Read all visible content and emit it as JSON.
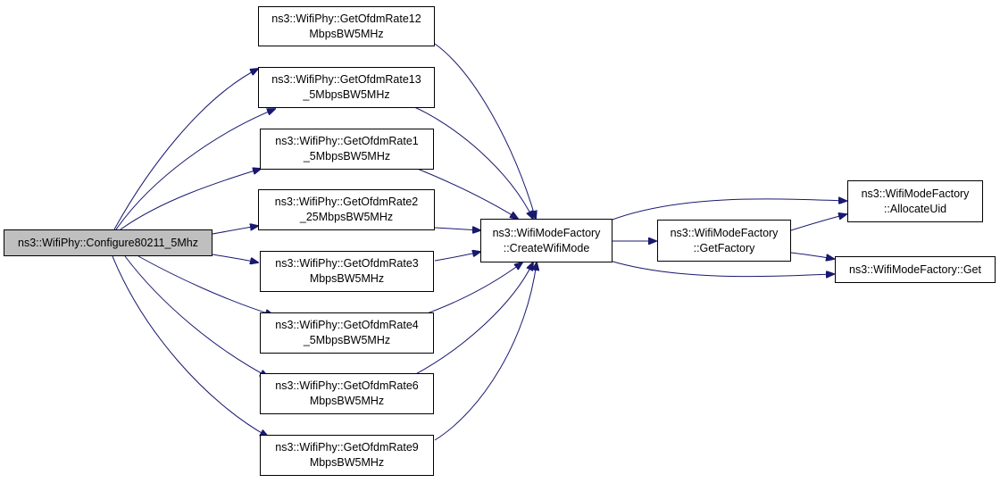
{
  "colors": {
    "edge": "#191970",
    "root_fill": "#bfbfbf",
    "node_fill": "#ffffff",
    "node_border": "#000000"
  },
  "nodes": {
    "configure": "ns3::WifiPhy::Configure80211_5Mhz",
    "rate12": "ns3::WifiPhy::GetOfdmRate12\nMbpsBW5MHz",
    "rate13_5": "ns3::WifiPhy::GetOfdmRate13\n_5MbpsBW5MHz",
    "rate1_5": "ns3::WifiPhy::GetOfdmRate1\n_5MbpsBW5MHz",
    "rate2_25": "ns3::WifiPhy::GetOfdmRate2\n_25MbpsBW5MHz",
    "rate3": "ns3::WifiPhy::GetOfdmRate3\nMbpsBW5MHz",
    "rate4_5": "ns3::WifiPhy::GetOfdmRate4\n_5MbpsBW5MHz",
    "rate6": "ns3::WifiPhy::GetOfdmRate6\nMbpsBW5MHz",
    "rate9": "ns3::WifiPhy::GetOfdmRate9\nMbpsBW5MHz",
    "create_wifi_mode": "ns3::WifiModeFactory\n::CreateWifiMode",
    "get_factory": "ns3::WifiModeFactory\n::GetFactory",
    "allocate_uid": "ns3::WifiModeFactory\n::AllocateUid",
    "get": "ns3::WifiModeFactory::Get"
  }
}
